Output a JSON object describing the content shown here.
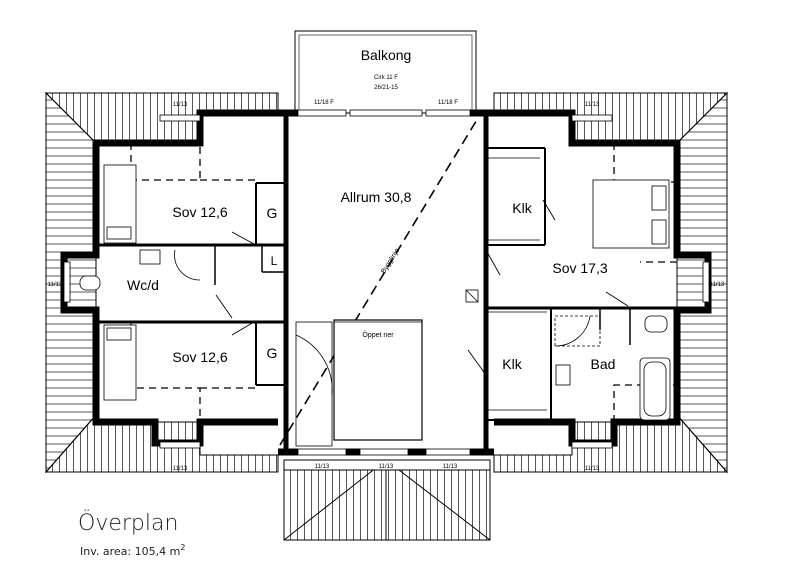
{
  "plan": {
    "title": "Överplan",
    "area_text": "Inv. area: 105,4 m",
    "area_sup": "2"
  },
  "rooms": {
    "balcony": "Balkong",
    "living": "Allrum 30,8",
    "bed_left_top": "Sov 12,6",
    "bed_left_bottom": "Sov 12,6",
    "bed_right": "Sov 17,3",
    "wc": "Wc/d",
    "closet_right_top": "Klk",
    "closet_right_bottom": "Klk",
    "bath": "Bad",
    "wardrobe_top": "G",
    "wardrobe_bottom": "G",
    "linen": "L",
    "stair_open": "Öppet ner",
    "roof_beam": "Bygglinje"
  },
  "window_labels": {
    "balcony_door": "Cirk 11 F",
    "balcony_door_dims": "26/21-15",
    "balcony_left": "11/18 F",
    "balcony_right": "11/18 F",
    "top_left": "11/13",
    "top_right": "11/13",
    "left_gable": "11/13",
    "right_gable": "11/13",
    "bottom_left": "11/13",
    "bottom_right": "11/13",
    "bottom_center_left": "11/13",
    "bottom_center": "11/13",
    "bottom_center_right": "11/13"
  }
}
